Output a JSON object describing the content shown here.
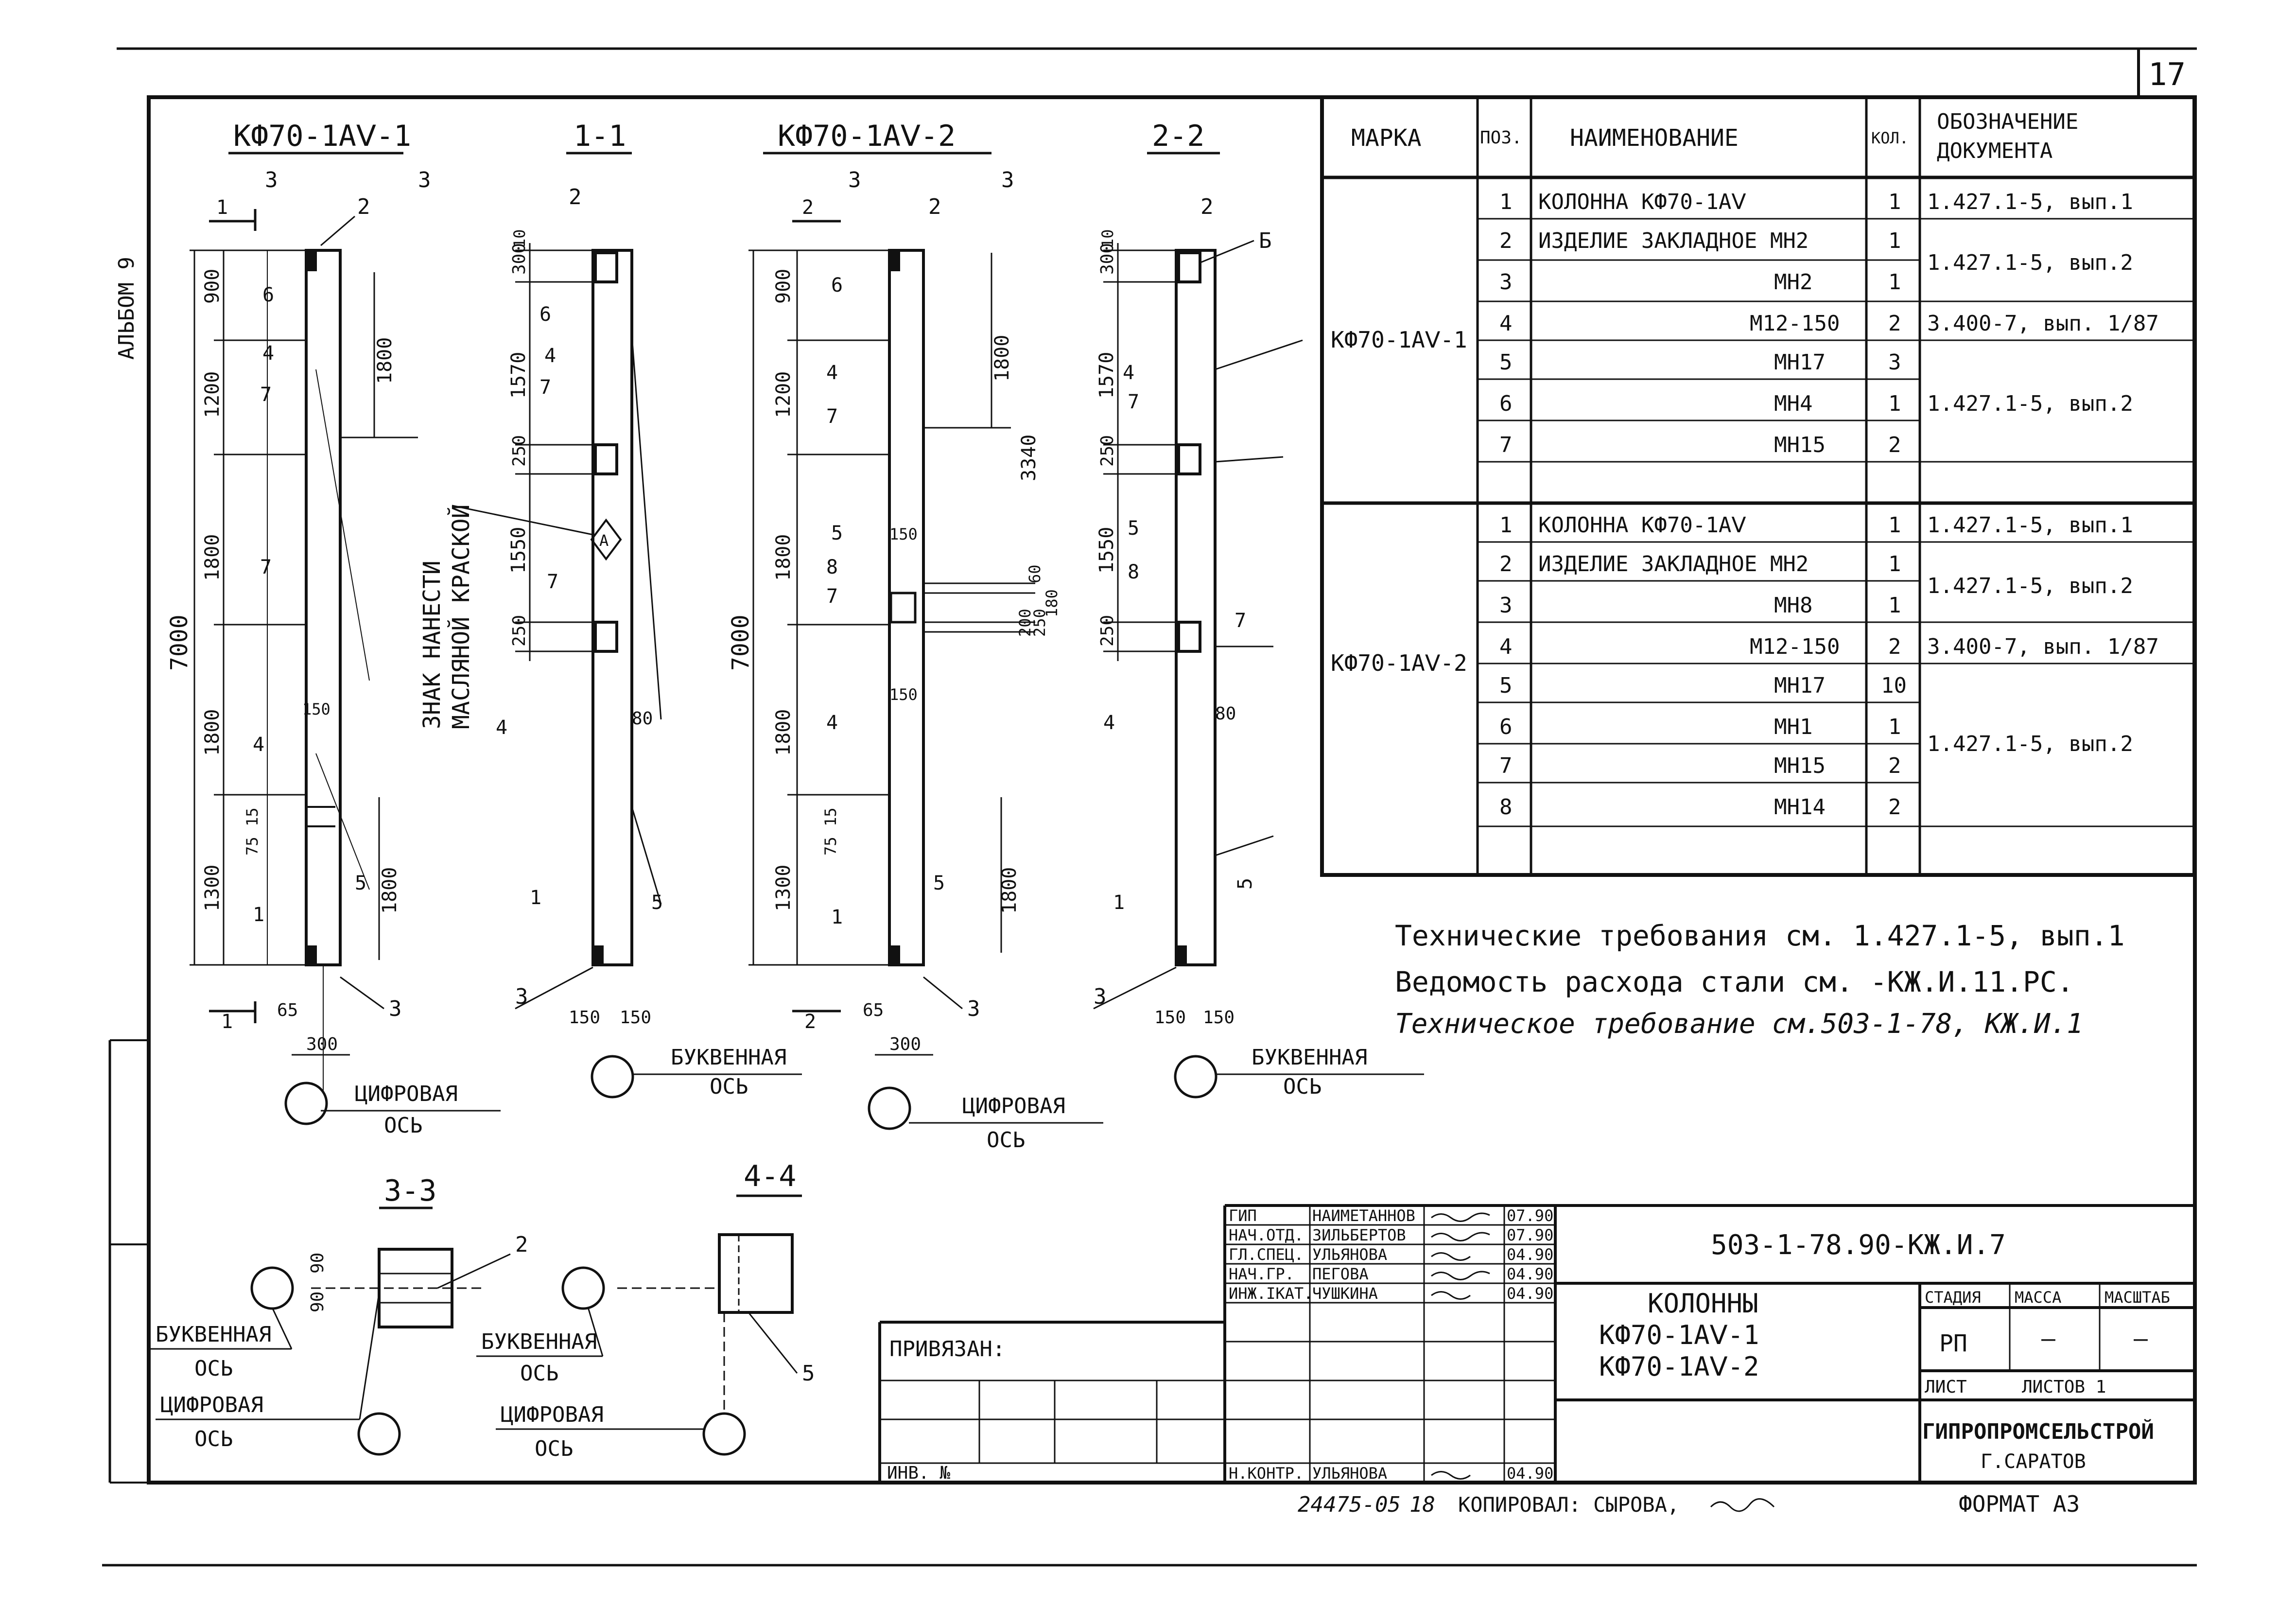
{
  "page_number": "17",
  "album_label": "АЛЬБОМ 9",
  "views": {
    "view1_title": "КФ70-1АⅤ-1",
    "view2_title": "1-1",
    "view3_title": "КФ70-1АⅤ-2",
    "view4_title": "2-2",
    "section33_title": "3-3",
    "section44_title": "4-4"
  },
  "callouts": {
    "s3": "3",
    "s4": "4",
    "s1": "1",
    "s2": "2",
    "s5": "5",
    "s6": "6",
    "s7": "7",
    "s8": "8",
    "sB": "Б",
    "sA": "А"
  },
  "dims": {
    "d900": "900",
    "d1200": "1200",
    "d1800": "1800",
    "d1300": "1300",
    "d7000": "7000",
    "d3340": "3340",
    "d300": "300",
    "d10": "10",
    "d1570": "1570",
    "d250": "250",
    "d1550": "1550",
    "d150": "150",
    "d15": "15",
    "d75": "75",
    "d80": "80",
    "d65": "65",
    "d60": "60",
    "d180": "180",
    "d200": "200",
    "d90": "90"
  },
  "axis_labels": {
    "digital": "ЦИФРОВАЯ",
    "letter": "БУКВЕННАЯ",
    "axis": "ОСЬ"
  },
  "paint_mark": [
    "ЗНАК НАНЕСТИ",
    "МАСЛЯНОЙ КРАСКОЙ"
  ],
  "spec_table": {
    "headers": [
      "МАРКА",
      "ПОЗ.",
      "НАИМЕНОВАНИЕ",
      "КОЛ.",
      "ОБОЗНАЧЕНИЕ ДОКУМЕНТА"
    ],
    "group1": {
      "mark": "КФ70-1АⅤ-1",
      "rows": [
        {
          "pos": "1",
          "name": "КОЛОННА КФ70-1АⅤ",
          "qty": "1"
        },
        {
          "pos": "2",
          "name": "ИЗДЕЛИЕ ЗАКЛАДНОЕ МН2",
          "qty": "1"
        },
        {
          "pos": "3",
          "name": "МН2",
          "qty": "1"
        },
        {
          "pos": "4",
          "name": "М12-150",
          "qty": "2"
        },
        {
          "pos": "5",
          "name": "МН17",
          "qty": "3"
        },
        {
          "pos": "6",
          "name": "МН4",
          "qty": "1"
        },
        {
          "pos": "7",
          "name": "МН15",
          "qty": "2"
        }
      ],
      "docs": [
        "1.427.1-5, вып.1",
        "1.427.1-5, вып.2",
        "3.400-7, вып. 1/87",
        "1.427.1-5, вып.2"
      ]
    },
    "group2": {
      "mark": "КФ70-1АⅤ-2",
      "rows": [
        {
          "pos": "1",
          "name": "КОЛОННА КФ70-1АⅤ",
          "qty": "1"
        },
        {
          "pos": "2",
          "name": "ИЗДЕЛИЕ ЗАКЛАДНОЕ МН2",
          "qty": "1"
        },
        {
          "pos": "3",
          "name": "МН8",
          "qty": "1"
        },
        {
          "pos": "4",
          "name": "М12-150",
          "qty": "2"
        },
        {
          "pos": "5",
          "name": "МН17",
          "qty": "10"
        },
        {
          "pos": "6",
          "name": "МН1",
          "qty": "1"
        },
        {
          "pos": "7",
          "name": "МН15",
          "qty": "2"
        },
        {
          "pos": "8",
          "name": "МН14",
          "qty": "2"
        }
      ],
      "docs": [
        "1.427.1-5, вып.1",
        "1.427.1-5, вып.2",
        "3.400-7, вып. 1/87",
        "1.427.1-5, вып.2"
      ]
    }
  },
  "notes": [
    "Технические требования см. 1.427.1-5, вып.1",
    "Ведомость расхода стали см.        -КЖ.И.11.РС.",
    "Техническое требование см.503-1-78, КЖ.И.1"
  ],
  "title_block": {
    "signatures": [
      {
        "role": "ГИП",
        "name": "НАИМЕТАННОВ",
        "date": "07.90"
      },
      {
        "role": "НАЧ.ОТД.",
        "name": "ЗИЛЬБЕРТОВ",
        "date": "07.90"
      },
      {
        "role": "ГЛ.СПЕЦ.",
        "name": "УЛЬЯНОВА",
        "date": "04.90"
      },
      {
        "role": "НАЧ.ГР.",
        "name": "ПЕГОВА",
        "date": "04.90"
      },
      {
        "role": "ИНЖ.IКАТ.",
        "name": "ЧУШКИНА",
        "date": "04.90"
      }
    ],
    "controller": {
      "role": "Н.КОНТР.",
      "name": "УЛЬЯНОВА",
      "date": "04.90"
    },
    "doc_code": "503-1-78.90-КЖ.И.7",
    "title_lines": [
      "КОЛОННЫ",
      "КФ70-1АⅤ-1",
      "КФ70-1АⅤ-2"
    ],
    "stage_label": "СТАДИЯ",
    "mass_label": "МАССА",
    "scale_label": "МАСШТАБ",
    "stage": "РП",
    "mass": "—",
    "scale": "—",
    "sheet_label": "ЛИСТ",
    "sheets_label": "ЛИСТОВ 1",
    "org": "ГИПРОПРОМСЕЛЬСТРОЙ",
    "city": "Г.САРАТОВ",
    "bound_label": "ПРИВЯЗАН:",
    "inv_label": "ИНВ. №"
  },
  "footer": {
    "code": "24475-05",
    "num": "18",
    "copied": "КОПИРОВАЛ: СЫРОВА,",
    "format": "ФОРМАТ А3"
  }
}
